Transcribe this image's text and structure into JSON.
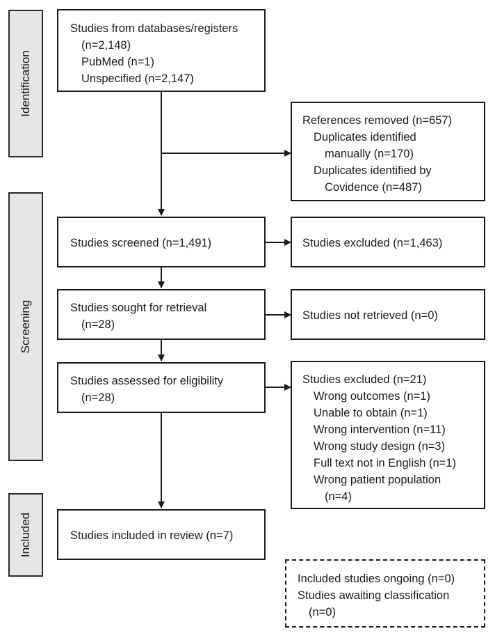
{
  "phases": {
    "identification": "Identification",
    "screening": "Screening",
    "included": "Included"
  },
  "boxes": {
    "databases": {
      "title": "Studies from databases/registers",
      "count": "(n=2,148)",
      "items": [
        "PubMed (n=1)",
        "Unspecified (n=2,147)"
      ]
    },
    "removed": {
      "title": "References removed (n=657)",
      "manual_1": "Duplicates identified",
      "manual_2": "manually (n=170)",
      "covidence_1": "Duplicates identified by",
      "covidence_2": "Covidence (n=487)"
    },
    "screened": "Studies screened (n=1,491)",
    "excluded_screen": "Studies excluded (n=1,463)",
    "sought_1": "Studies sought for retrieval",
    "sought_2": "(n=28)",
    "not_retrieved": "Studies not retrieved (n=0)",
    "assessed_1": "Studies assessed for eligibility",
    "assessed_2": "(n=28)",
    "excluded_full": {
      "title": "Studies excluded (n=21)",
      "reasons": [
        "Wrong outcomes (n=1)",
        "Unable to obtain (n=1)",
        "Wrong intervention (n=11)",
        "Wrong study design (n=3)",
        "Full text not in English (n=1)",
        "Wrong patient population"
      ],
      "last_count": "(n=4)"
    },
    "included": "Studies included in review (n=7)",
    "ongoing": {
      "line1": "Included studies ongoing (n=0)",
      "line2": "Studies awaiting classification",
      "line3": "(n=0)"
    }
  }
}
